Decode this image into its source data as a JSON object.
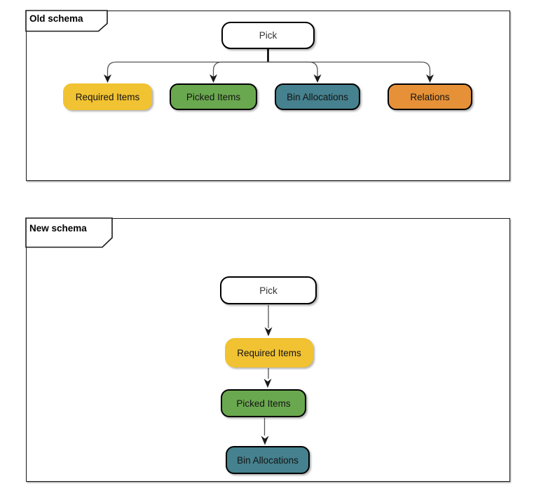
{
  "diagram": {
    "old_schema": {
      "title": "Old schema",
      "root": {
        "label": "Pick",
        "fill": "#FFFFFF",
        "border": "#000000"
      },
      "children": [
        {
          "label": "Required Items",
          "fill": "#F1C232",
          "border": "none"
        },
        {
          "label": "Picked Items",
          "fill": "#6AA84F",
          "border": "#000000"
        },
        {
          "label": "Bin Allocations",
          "fill": "#45818E",
          "border": "#000000"
        },
        {
          "label": "Relations",
          "fill": "#E69138",
          "border": "#000000"
        }
      ]
    },
    "new_schema": {
      "title": "New schema",
      "flow": [
        {
          "label": "Pick",
          "fill": "#FFFFFF",
          "border": "#000000"
        },
        {
          "label": "Required Items",
          "fill": "#F1C232",
          "border": "none"
        },
        {
          "label": "Picked Items",
          "fill": "#6AA84F",
          "border": "#000000"
        },
        {
          "label": "Bin Allocations",
          "fill": "#45818E",
          "border": "#000000"
        }
      ]
    },
    "colors": {
      "yellow": "#F1C232",
      "green": "#6AA84F",
      "teal": "#45818E",
      "orange": "#E69138",
      "line": "#565656",
      "arrowhead": "#1a1a1a"
    }
  }
}
